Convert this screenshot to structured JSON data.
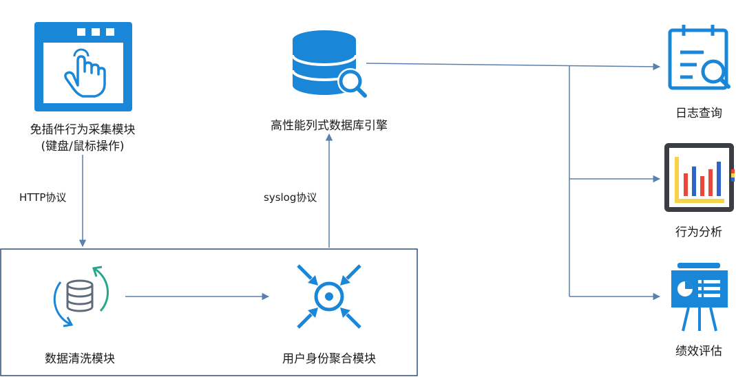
{
  "nodes": {
    "plugin": {
      "label_line1": "免插件行为采集模块",
      "label_line2": "(键盘/鼠标操作)",
      "icon": "browser-hand-icon"
    },
    "db_engine": {
      "label": "高性能列式数据库引擎",
      "icon": "database-search-icon"
    },
    "cleaning": {
      "label": "数据清洗模块",
      "icon": "database-refresh-icon"
    },
    "aggregation": {
      "label": "用户身份聚合模块",
      "icon": "target-arrows-icon"
    },
    "log_query": {
      "label": "日志查询",
      "icon": "log-search-icon"
    },
    "behavior_analysis": {
      "label": "行为分析",
      "icon": "bar-chart-icon"
    },
    "performance_eval": {
      "label": "绩效评估",
      "icon": "presentation-board-icon"
    }
  },
  "edges": {
    "http": "HTTP协议",
    "syslog": "syslog协议"
  },
  "colors": {
    "blue": "#1a86d8",
    "line": "#5b7fae",
    "teal": "#22a88a",
    "gray": "#5f6b7a",
    "chart_red": "#e8473a",
    "chart_blue": "#2f63c9",
    "chart_yellow": "#f8d247"
  }
}
